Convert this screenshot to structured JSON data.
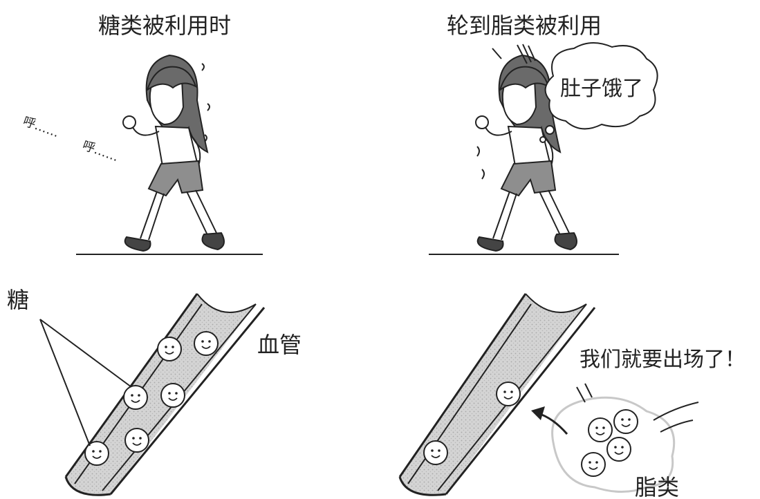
{
  "colors": {
    "ink": "#222222",
    "blood_fill": "#cfcfcf",
    "fat_cloud": "#d9d9d9",
    "paper": "#ffffff"
  },
  "left_panel": {
    "title": "糖类被利用时",
    "breath_1": "呼……",
    "breath_2": "呼……",
    "sugar_label": "糖",
    "vessel_label": "血管"
  },
  "right_panel": {
    "title": "轮到脂类被利用",
    "thought": "肚子饿了",
    "fat_speech": "我们就要出场了！",
    "fat_label": "脂类"
  }
}
